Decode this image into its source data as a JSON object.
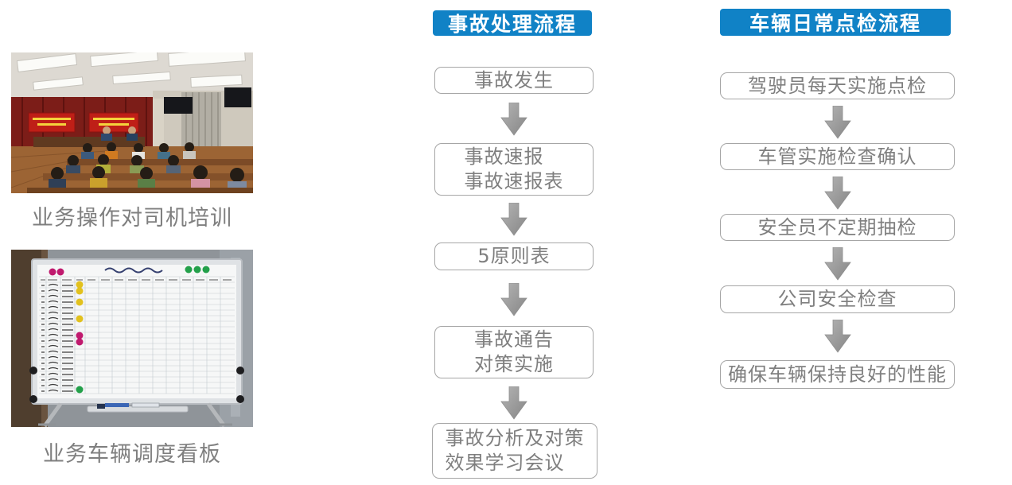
{
  "colors": {
    "accent_blue": "#1082C6",
    "box_border": "#a6a6a6",
    "box_text": "#7f7f7f",
    "arrow_gray": "#9a9a9a",
    "caption_text": "#7f7f7f"
  },
  "left_panel": {
    "photos": [
      {
        "name": "driver-training-photo",
        "caption": "业务操作对司机培训"
      },
      {
        "name": "dispatch-board-photo",
        "caption": "业务车辆调度看板"
      }
    ]
  },
  "flows": [
    {
      "title": "事故处理流程",
      "steps": [
        "事故发生",
        "事故速报\n事故速报表",
        "5原则表",
        "事故通告\n对策实施",
        "事故分析及对策\n效果学习会议"
      ]
    },
    {
      "title": "车辆日常点检流程",
      "steps": [
        "驾驶员每天实施点检",
        "车管实施检查确认",
        "安全员不定期抽检",
        "公司安全检查",
        "确保车辆保持良好的性能"
      ]
    }
  ]
}
